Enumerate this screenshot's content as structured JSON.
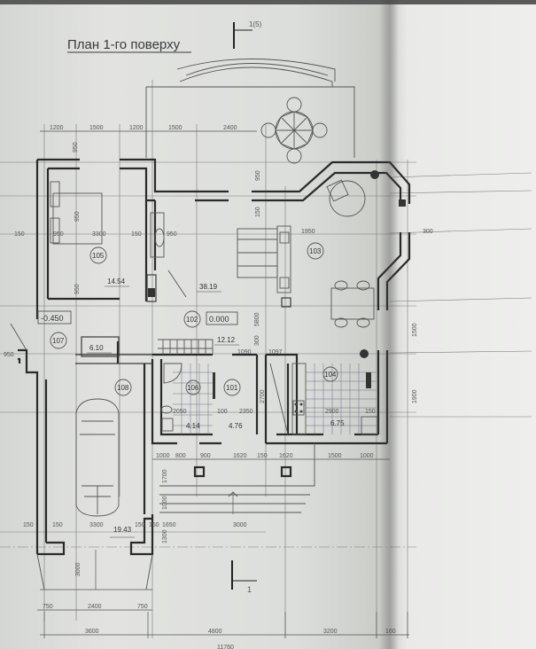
{
  "plan": {
    "title": "План 1-го поверху",
    "section_mark_top": "1(5)",
    "section_mark_bottom": "1"
  },
  "rooms": [
    {
      "id": "101",
      "area": "4.76"
    },
    {
      "id": "102",
      "area": "38.19",
      "level": "0.000"
    },
    {
      "id": "103",
      "area": ""
    },
    {
      "id": "104",
      "area": "6.75"
    },
    {
      "id": "105",
      "area": "14.54"
    },
    {
      "id": "106",
      "area": "4.14"
    },
    {
      "id": "107",
      "area": "6.10",
      "level": "-0.450"
    },
    {
      "id": "108",
      "area": "19.43"
    }
  ],
  "extra_areas": {
    "hall_lower": "12.12"
  },
  "dimensions": {
    "top_row": [
      "1200",
      "1500",
      "1200",
      "1500",
      "2400"
    ],
    "left_side": [
      "150",
      "950",
      "3300",
      "150",
      "950"
    ],
    "vertical_top": [
      "950",
      "150"
    ],
    "right_side": [
      "1950",
      "300",
      "1500",
      "1900"
    ],
    "mid_row": [
      "1090",
      "1097",
      "5800",
      "300"
    ],
    "kitchen_row": [
      "2050",
      "100",
      "2350",
      "2700",
      "2900",
      "150"
    ],
    "porch_row": [
      "1000",
      "800",
      "900",
      "1620",
      "150",
      "1620",
      "1500",
      "1000"
    ],
    "porch_vertical": [
      "1700",
      "1000",
      "1300"
    ],
    "garage_row": [
      "150",
      "150",
      "3300",
      "150",
      "150",
      "1650",
      "3000"
    ],
    "garage_apron": [
      "750",
      "2400",
      "750"
    ],
    "garage_depth": "3000",
    "bottom_row": [
      "3600",
      "4800",
      "3200",
      "160"
    ],
    "bottom_total": "11760"
  },
  "colors": {
    "paper": "#dcdedb",
    "ink": "#2a2a2a",
    "tile_blue": "#6a6f88"
  }
}
